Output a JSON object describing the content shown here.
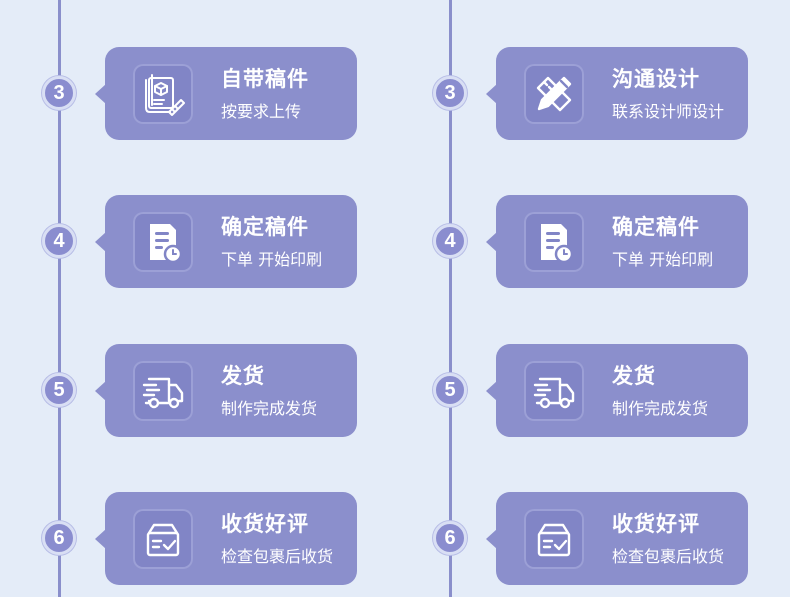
{
  "colors": {
    "background": "#e4ecf8",
    "card": "#8b8fcc",
    "icon_box": "#8185c6",
    "timeline": "#8a8fcb",
    "text": "#ffffff"
  },
  "left_column": {
    "steps": [
      {
        "number": "3",
        "title": "自带稿件",
        "subtitle": "按要求上传",
        "icon": "design-draft-icon"
      },
      {
        "number": "4",
        "title": "确定稿件",
        "subtitle": "下单 开始印刷",
        "icon": "document-clock-icon"
      },
      {
        "number": "5",
        "title": "发货",
        "subtitle": "制作完成发货",
        "icon": "delivery-truck-icon"
      },
      {
        "number": "6",
        "title": "收货好评",
        "subtitle": "检查包裹后收货",
        "icon": "package-check-icon"
      }
    ]
  },
  "right_column": {
    "steps": [
      {
        "number": "3",
        "title": "沟通设计",
        "subtitle": "联系设计师设计",
        "icon": "pencil-ruler-icon"
      },
      {
        "number": "4",
        "title": "确定稿件",
        "subtitle": "下单 开始印刷",
        "icon": "document-clock-icon"
      },
      {
        "number": "5",
        "title": "发货",
        "subtitle": "制作完成发货",
        "icon": "delivery-truck-icon"
      },
      {
        "number": "6",
        "title": "收货好评",
        "subtitle": "检查包裹后收货",
        "icon": "package-check-icon"
      }
    ]
  }
}
